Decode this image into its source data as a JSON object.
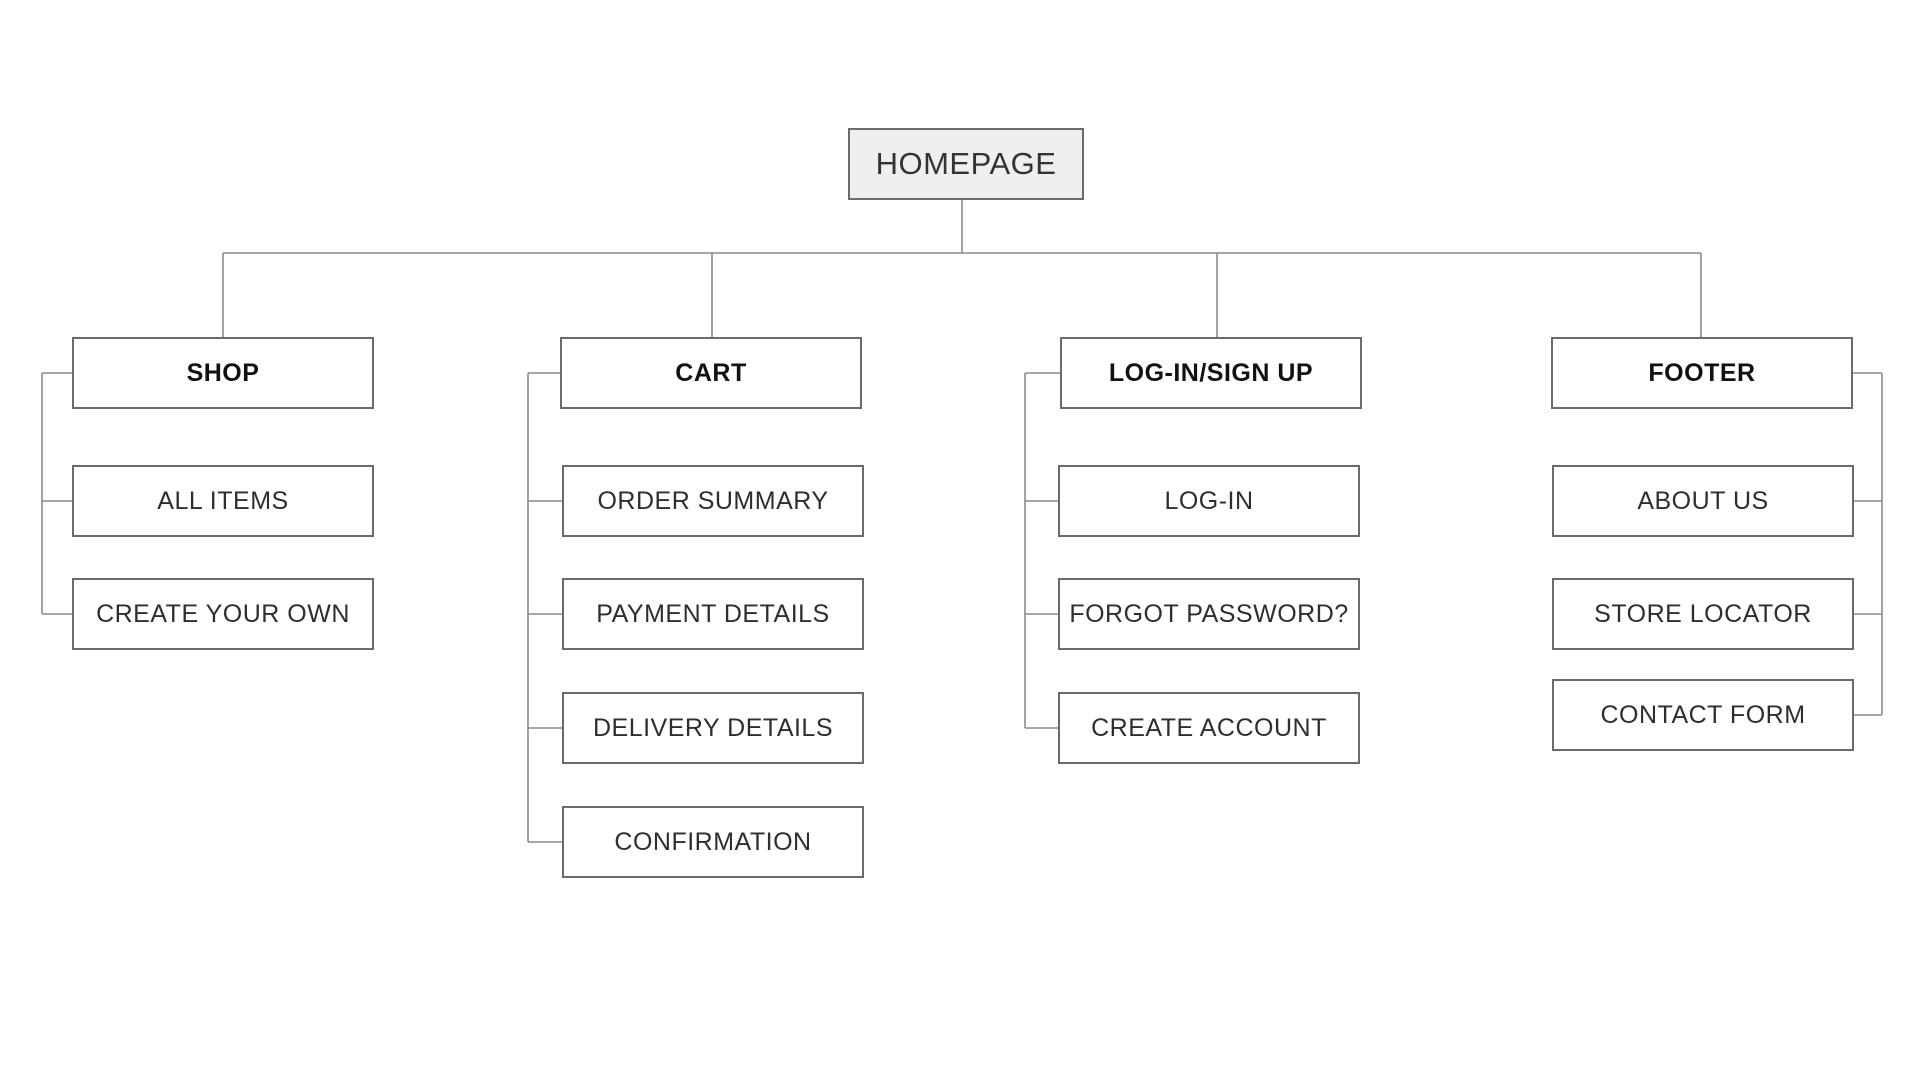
{
  "diagram": {
    "root": {
      "label": "HOMEPAGE"
    },
    "sections": [
      {
        "label": "SHOP",
        "children": [
          "ALL ITEMS",
          "CREATE YOUR OWN"
        ]
      },
      {
        "label": "CART",
        "children": [
          "ORDER SUMMARY",
          "PAYMENT DETAILS",
          "DELIVERY DETAILS",
          "CONFIRMATION"
        ]
      },
      {
        "label": "LOG-IN/SIGN UP",
        "children": [
          "LOG-IN",
          "FORGOT PASSWORD?",
          "CREATE ACCOUNT"
        ]
      },
      {
        "label": "FOOTER",
        "children": [
          "ABOUT US",
          "STORE LOCATOR",
          "CONTACT FORM"
        ]
      }
    ]
  }
}
